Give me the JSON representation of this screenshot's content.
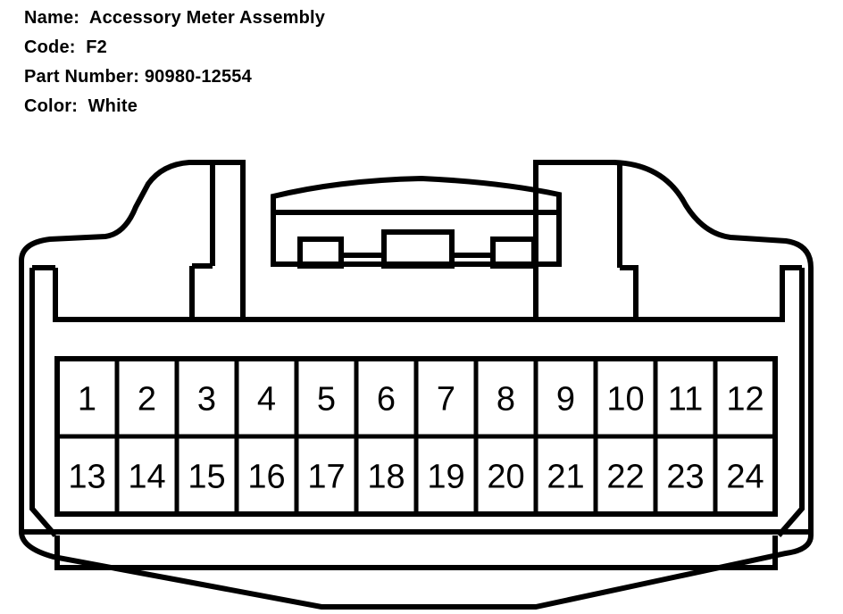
{
  "info": {
    "name_label": "Name:",
    "name_value": "Accessory Meter Assembly",
    "code_label": "Code:",
    "code_value": "F2",
    "part_label": "Part Number:",
    "part_value": "90980-12554",
    "color_label": "Color:",
    "color_value": "White"
  },
  "connector": {
    "pins": [
      [
        "1",
        "2",
        "3",
        "4",
        "5",
        "6",
        "7",
        "8",
        "9",
        "10",
        "11",
        "12"
      ],
      [
        "13",
        "14",
        "15",
        "16",
        "17",
        "18",
        "19",
        "20",
        "21",
        "22",
        "23",
        "24"
      ]
    ]
  }
}
